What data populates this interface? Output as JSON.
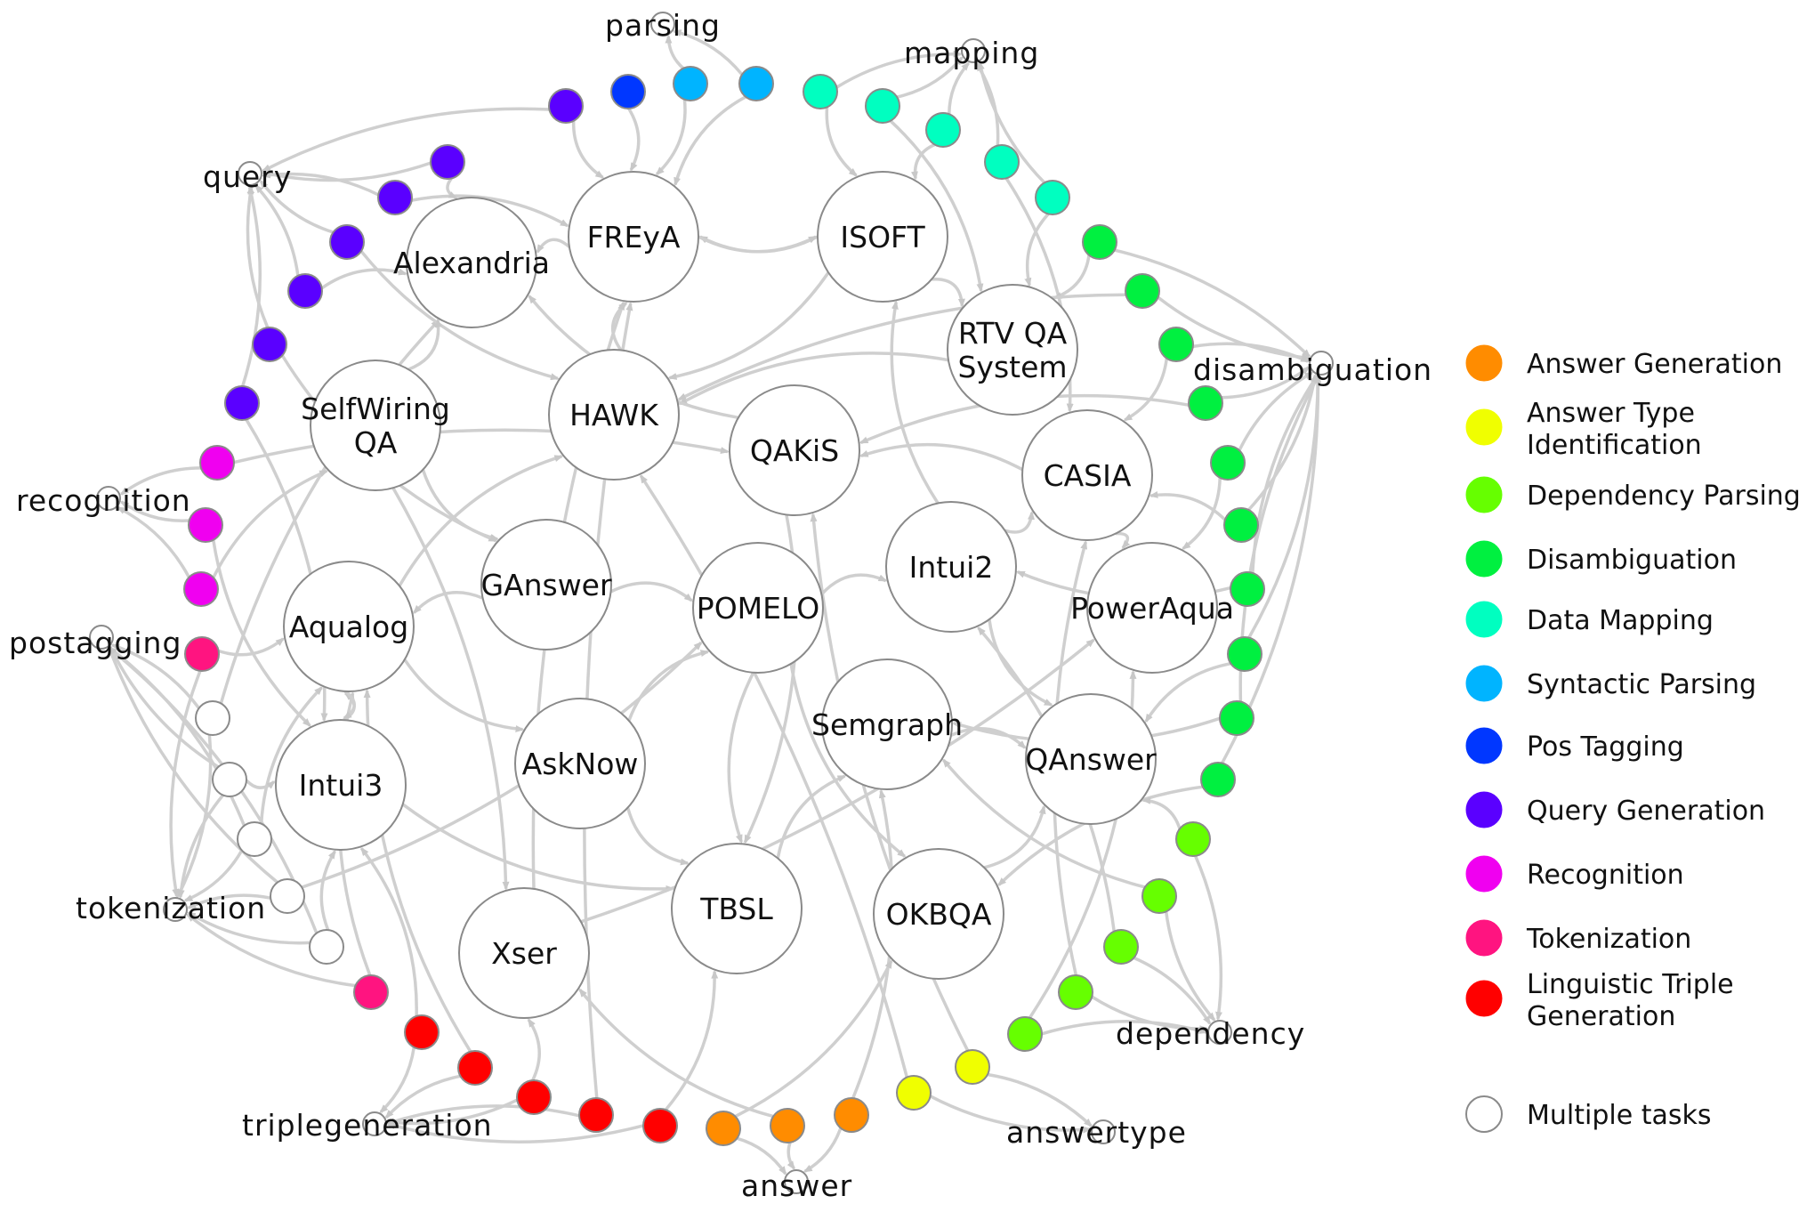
{
  "systems": [
    {
      "id": "freya",
      "lines": [
        "FREyA"
      ]
    },
    {
      "id": "isoft",
      "lines": [
        "ISOFT"
      ]
    },
    {
      "id": "alexandria",
      "lines": [
        "Alexandria"
      ]
    },
    {
      "id": "rtv",
      "lines": [
        "RTV QA",
        "System"
      ]
    },
    {
      "id": "selfwiring",
      "lines": [
        "SelfWiring",
        "QA"
      ]
    },
    {
      "id": "hawk",
      "lines": [
        "HAWK"
      ]
    },
    {
      "id": "qakis",
      "lines": [
        "QAKiS"
      ]
    },
    {
      "id": "casia",
      "lines": [
        "CASIA"
      ]
    },
    {
      "id": "intui2",
      "lines": [
        "Intui2"
      ]
    },
    {
      "id": "ganswer",
      "lines": [
        "GAnswer"
      ]
    },
    {
      "id": "pomelo",
      "lines": [
        "POMELO"
      ]
    },
    {
      "id": "poweraqua",
      "lines": [
        "PowerAqua"
      ]
    },
    {
      "id": "aqualog",
      "lines": [
        "Aqualog"
      ]
    },
    {
      "id": "semgraph",
      "lines": [
        "Semgraph"
      ]
    },
    {
      "id": "asknow",
      "lines": [
        "AskNow"
      ]
    },
    {
      "id": "qanswer",
      "lines": [
        "QAnswer"
      ]
    },
    {
      "id": "intui3",
      "lines": [
        "Intui3"
      ]
    },
    {
      "id": "tbsl",
      "lines": [
        "TBSL"
      ]
    },
    {
      "id": "okbqa",
      "lines": [
        "OKBQA"
      ]
    },
    {
      "id": "xser",
      "lines": [
        "Xser"
      ]
    }
  ],
  "tasks": [
    {
      "id": "parsing",
      "label": "parsing"
    },
    {
      "id": "mapping",
      "label": "mapping"
    },
    {
      "id": "query",
      "label": "query"
    },
    {
      "id": "disambiguation",
      "label": "disambiguation"
    },
    {
      "id": "recognition",
      "label": "recognition"
    },
    {
      "id": "postagging",
      "label": "postagging"
    },
    {
      "id": "tokenization",
      "label": "tokenization"
    },
    {
      "id": "triplegeneration",
      "label": "triplegeneration"
    },
    {
      "id": "answer",
      "label": "answer"
    },
    {
      "id": "answertype",
      "label": "answertype"
    },
    {
      "id": "dependency",
      "label": "dependency"
    }
  ],
  "legend": {
    "items": [
      {
        "label": "Answer Generation",
        "color": "#ff8c00"
      },
      {
        "label": "Answer Type",
        "label2": "Identification",
        "color": "#f0ff00"
      },
      {
        "label": "Dependency Parsing",
        "color": "#66ff00"
      },
      {
        "label": "Disambiguation",
        "color": "#00f040"
      },
      {
        "label": "Data Mapping",
        "color": "#00ffc0"
      },
      {
        "label": "Syntactic Parsing",
        "color": "#00b4ff"
      },
      {
        "label": "Pos Tagging",
        "color": "#0037ff"
      },
      {
        "label": "Query Generation",
        "color": "#5a00ff"
      },
      {
        "label": "Recognition",
        "color": "#f000f0"
      },
      {
        "label": "Tokenization",
        "color": "#ff1480"
      },
      {
        "label": "Linguistic Triple",
        "label2": "Generation",
        "color": "#ff0000"
      }
    ],
    "multiple_label": "Multiple tasks"
  }
}
